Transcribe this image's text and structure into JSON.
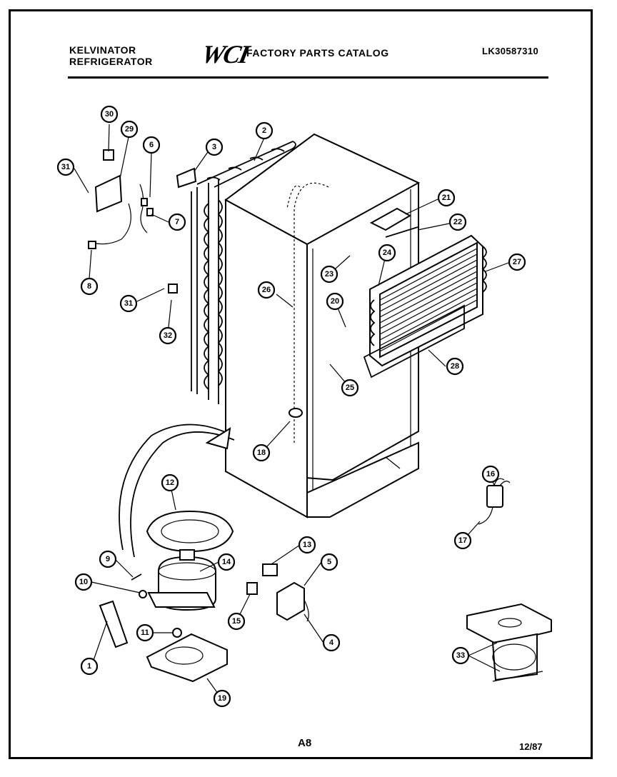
{
  "header": {
    "brand_line1": "KELVINATOR",
    "brand_line2": "REFRIGERATOR",
    "logo": "WCI",
    "catalog_title": "FACTORY PARTS CATALOG",
    "model": "LK30587310"
  },
  "footer": {
    "page_id": "A8",
    "date": "12/87"
  },
  "callouts": [
    {
      "id": "c30",
      "label": "30"
    },
    {
      "id": "c29",
      "label": "29"
    },
    {
      "id": "c6",
      "label": "6"
    },
    {
      "id": "c3",
      "label": "3"
    },
    {
      "id": "c2",
      "label": "2"
    },
    {
      "id": "c31a",
      "label": "31"
    },
    {
      "id": "c7",
      "label": "7"
    },
    {
      "id": "c8",
      "label": "8"
    },
    {
      "id": "c31b",
      "label": "31"
    },
    {
      "id": "c32",
      "label": "32"
    },
    {
      "id": "c26",
      "label": "26"
    },
    {
      "id": "c21",
      "label": "21"
    },
    {
      "id": "c22",
      "label": "22"
    },
    {
      "id": "c24",
      "label": "24"
    },
    {
      "id": "c27",
      "label": "27"
    },
    {
      "id": "c23",
      "label": "23"
    },
    {
      "id": "c20",
      "label": "20"
    },
    {
      "id": "c28",
      "label": "28"
    },
    {
      "id": "c25",
      "label": "25"
    },
    {
      "id": "c18",
      "label": "18"
    },
    {
      "id": "c12",
      "label": "12"
    },
    {
      "id": "c16",
      "label": "16"
    },
    {
      "id": "c17",
      "label": "17"
    },
    {
      "id": "c9",
      "label": "9"
    },
    {
      "id": "c13",
      "label": "13"
    },
    {
      "id": "c14",
      "label": "14"
    },
    {
      "id": "c5",
      "label": "5"
    },
    {
      "id": "c10",
      "label": "10"
    },
    {
      "id": "c15",
      "label": "15"
    },
    {
      "id": "c11",
      "label": "11"
    },
    {
      "id": "c4",
      "label": "4"
    },
    {
      "id": "c1",
      "label": "1"
    },
    {
      "id": "c19",
      "label": "19"
    },
    {
      "id": "c33",
      "label": "33"
    }
  ]
}
